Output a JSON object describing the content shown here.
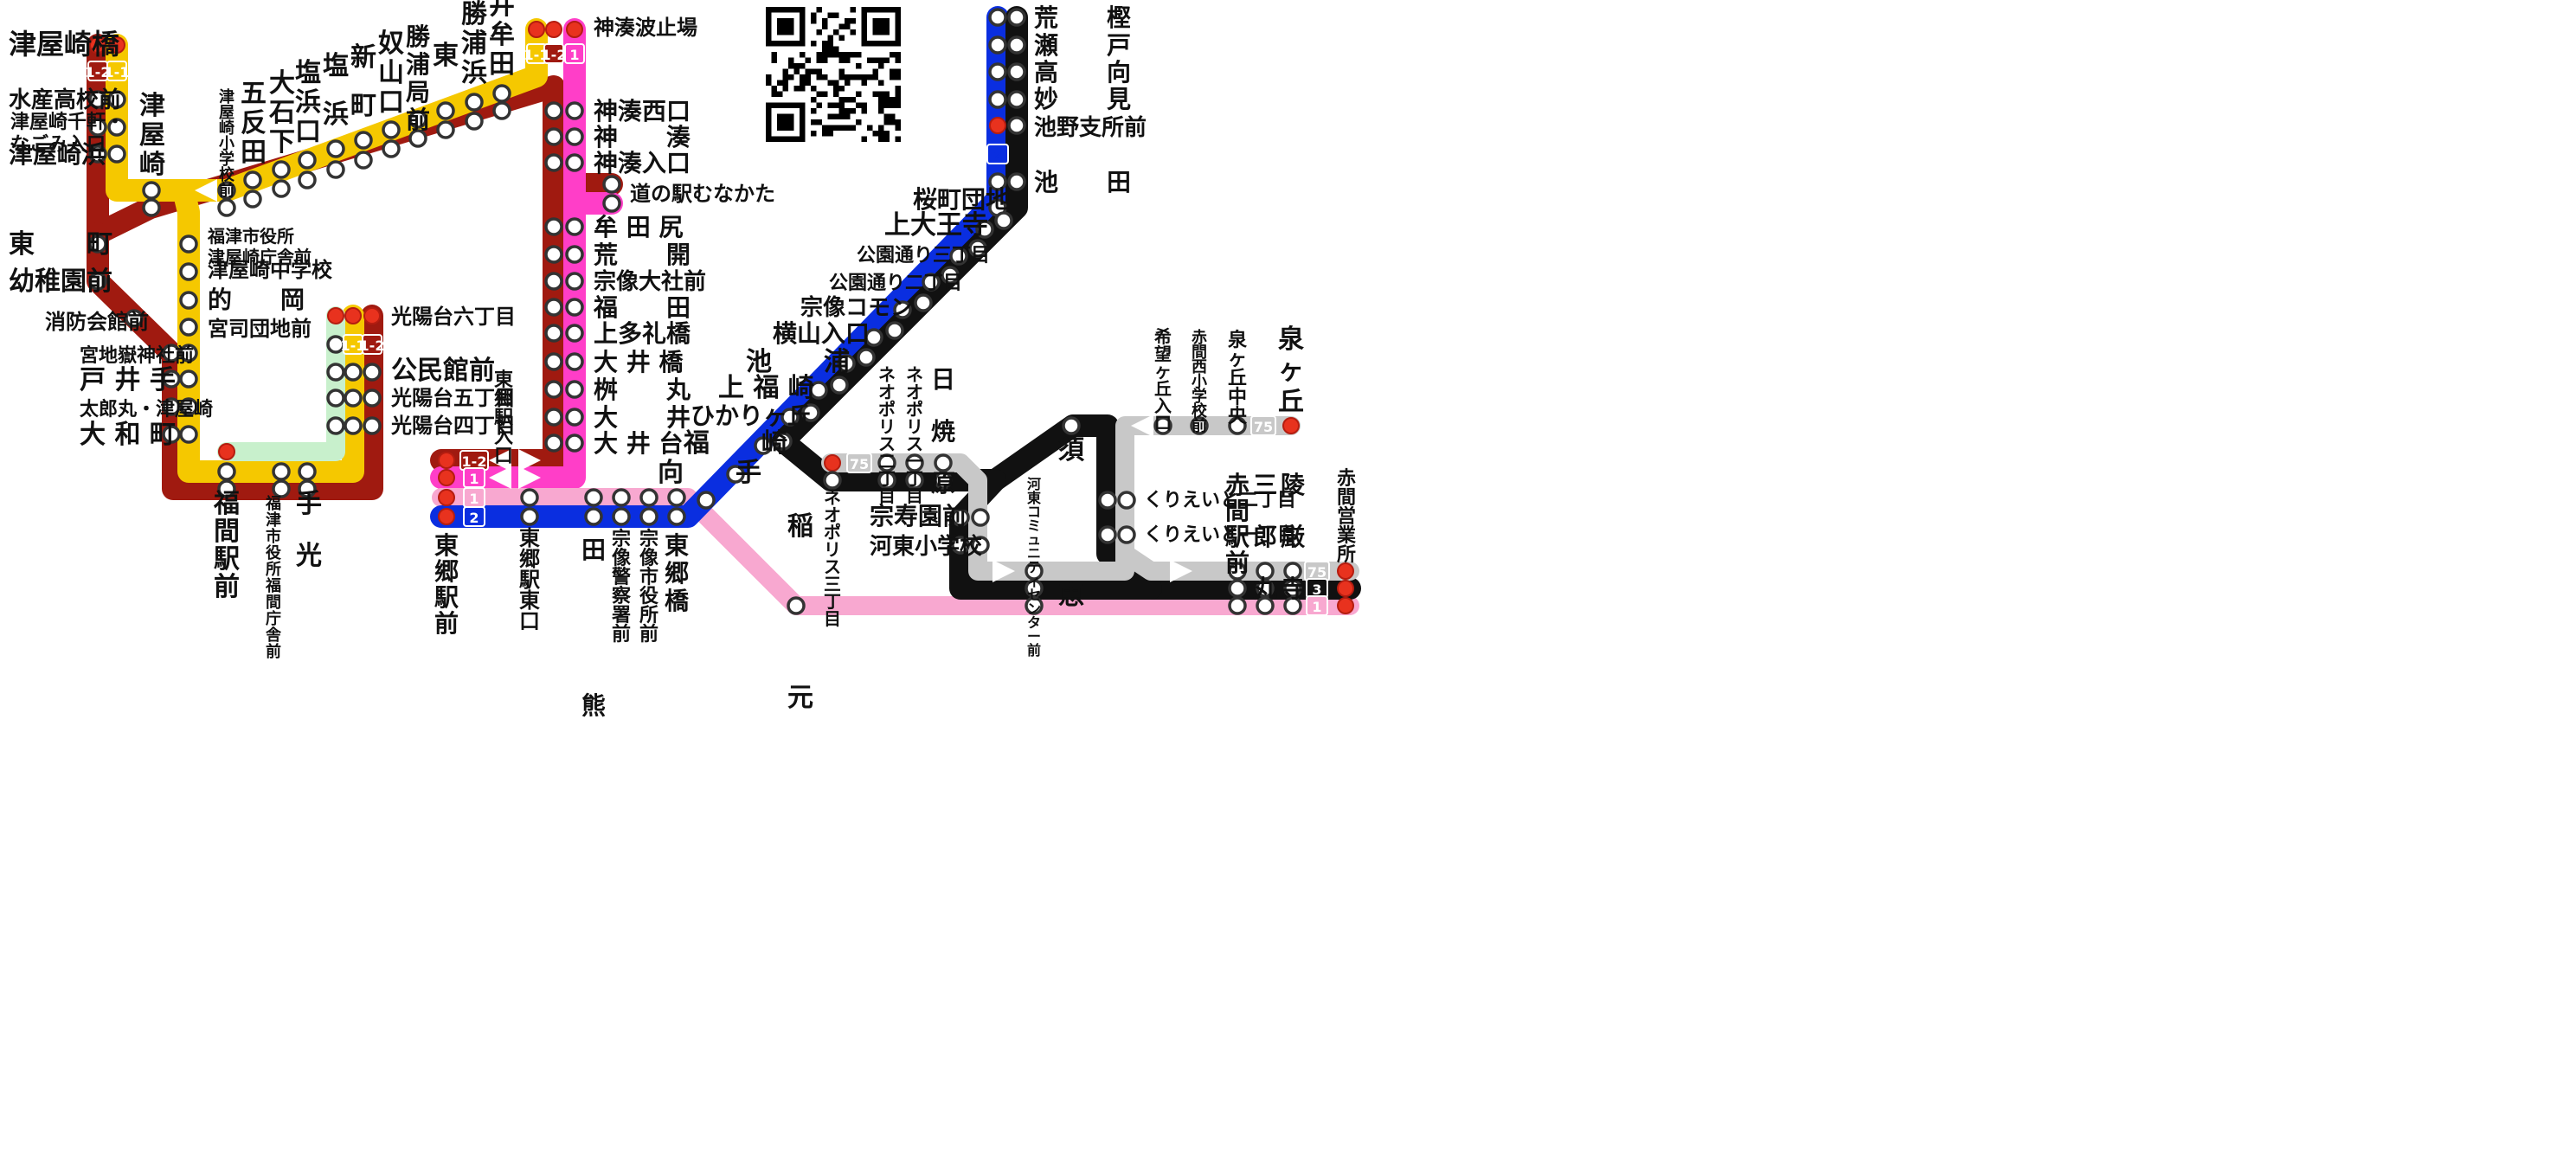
{
  "title": "",
  "colors": {
    "route_1_2": "#a01a10",
    "route_1_1": "#f5c800",
    "route_1": "#ff3ec8",
    "route_1_light": "#f8a8d0",
    "route_2": "#0a2ee0",
    "route_3": "#111111",
    "route_75": "#c8c8c8",
    "route_mint": "#c8f0cc",
    "terminal": "#e8321e"
  },
  "route_badges": {
    "r12": "1-2",
    "r11": "1-1",
    "r1": "1",
    "r2": "2",
    "r3": "3",
    "r75": "75"
  },
  "qr_icon": "qr-code-icon",
  "stops": {
    "tsuyazaki_bashi": "津屋崎橋",
    "suisan_kokomae": "水産高校前",
    "tsuyazaki_senken": "津屋崎千軒・\nなごみ入口",
    "tsuyazaki_hama": "津屋崎浜",
    "higashi_machi": "東　　町",
    "yochienmae": "幼稚園前",
    "shobo_kaikanmae": "消防会館前",
    "miyajidake_jinjamae": "宮地嶽神社前",
    "toide": "戸 井 手",
    "tarouumaru": "太郎丸・津屋崎",
    "yamato_machi": "大 和 町",
    "tsuyazaki": "津屋崎",
    "tsuyazaki_shogakko": "津屋崎小学校前",
    "gotanda": "五反田",
    "oishishita": "大石下",
    "shiohamaguchi": "塩浜口",
    "shiohama": "塩浜",
    "shinmachi": "新町",
    "nuyamaguchi": "奴山口",
    "katsuura_kyoku": "勝浦局前",
    "higashi": "東",
    "katsuurahama": "勝浦浜",
    "imuta": "井牟田",
    "shiyakusho_tsuyazaki": "福津市役所\n津屋崎庁舎前",
    "tsuyazaki_chugakko": "津屋崎中学校",
    "mataoka": "的　　岡",
    "miyaji_danchi": "宮司団地前",
    "koyodai6": "光陽台六丁目",
    "kominkanmae": "公民館前",
    "koyodai5": "光陽台五丁目",
    "koyodai4": "光陽台四丁目",
    "fukuma_ekimae": "福間駅前",
    "fukutsu_shiyakusho": "福津市役所\n福間庁舎前",
    "temitsu": "手光",
    "konominato_hatoba": "神湊波止場",
    "konominato_nishiguchi": "神湊西口",
    "konominato": "神　　湊",
    "konominato_iriguchi": "神湊入口",
    "michinoeki": "道の駅むなかた",
    "mutajiri": "牟 田 尻",
    "araji": "荒　　開",
    "munakata_taishamae": "宗像大社前",
    "fukuda": "福　　田",
    "kamitareibashi": "上多礼橋",
    "oibashi": "大 井 橋",
    "masumaru": "桝　　丸",
    "oi": "大　　井",
    "oidai": "大 井 台",
    "togo_eki_iriguchi": "東郷駅入口",
    "togo_ekimae": "東郷駅前",
    "togo_eki_higashiguchi": "東郷駅東口",
    "taguma": "田　　熊",
    "munakata_keisatsusho": "宗像警察署前",
    "munakata_shiyakusho": "宗像市役所前",
    "togobashi": "東郷橋",
    "mukaide": "向　　手",
    "fukusaki": "福　　崎",
    "hikarigaoka": "ひかりヶ丘",
    "kamifukusaki": "上 福 崎",
    "ikeura": "池　　浦",
    "yokoyama_iriguchi": "横山入口",
    "munakata_common": "宗像コモン",
    "koen_dori2": "公園通り二丁目",
    "koen_dori3": "公園通り三丁目",
    "kamioji": "上大王寺",
    "sakuramachi_danchi": "桜町団地",
    "ikeda": "池　　田",
    "ikeno_shishomae": "池野支所前",
    "myoken": "妙　　見",
    "takamuki": "高　　向",
    "seto": "瀬　　戸",
    "arakashi": "荒　　樫",
    "inamoto": "稲　　元",
    "neopolis3": "ネオポリス三丁目",
    "neopolis2": "ネオポリス二丁目",
    "neopolis1": "ネオポリス一丁目",
    "hiyakebaru": "日 焼 原",
    "sojuenmae": "宗寿園前",
    "kato_shogakko": "河東小学校",
    "kato_community": "河東コミュニティ\nセンター前",
    "sue": "須　　恵",
    "kureito1": "くりえいと一丁目",
    "kureito2": "くりえいと二丁目",
    "akama_ekimae": "赤間駅前",
    "saburomaru": "三 郎 丸",
    "ryogonji": "陵 厳 寺",
    "kibogaoka_iriguchi": "希望ヶ丘入口",
    "akama_nishi": "赤間西小学校前",
    "izumigaoka_chuo": "泉ヶ丘中央",
    "izumigaoka": "泉ヶ丘",
    "akama_eigyosho": "赤間営業所"
  }
}
